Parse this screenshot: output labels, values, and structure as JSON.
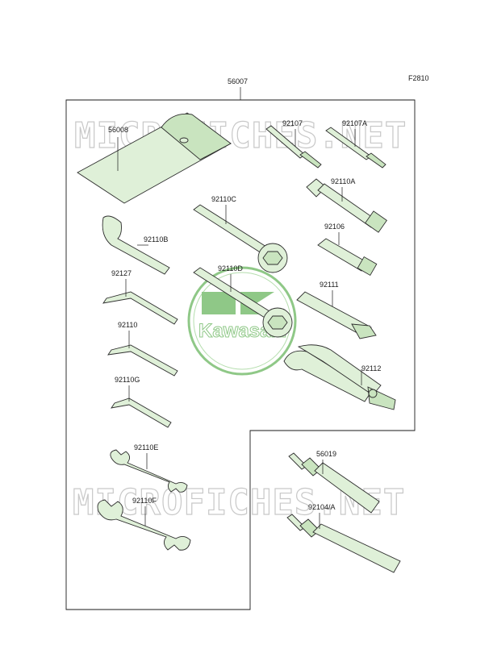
{
  "figure_code": "F2810",
  "watermark": {
    "text": "MICROFICHES.NET",
    "logo_text": "Kawasaki",
    "logo_color": "#7cbf73"
  },
  "parts": {
    "kit": "56007",
    "pouch": "56008",
    "screwdriver": "92107",
    "screwdriver_alt": "92107A",
    "plug_wrench": "92110A",
    "socket_adapter": "92106",
    "handle": "92111",
    "pliers": "92112",
    "box_wrench_c": "92110C",
    "box_wrench_d": "92110D",
    "hook_wrench": "92110B",
    "hex_key_large": "92127",
    "hex_key_medium": "92110",
    "hex_key_small": "92110G",
    "open_wrench_e": "92110E",
    "open_wrench_f": "92110F",
    "grease_a": "56019",
    "grease_b": "92104/A"
  },
  "colors": {
    "part_fill": "#dff0d8",
    "line": "#1a1a1a"
  }
}
